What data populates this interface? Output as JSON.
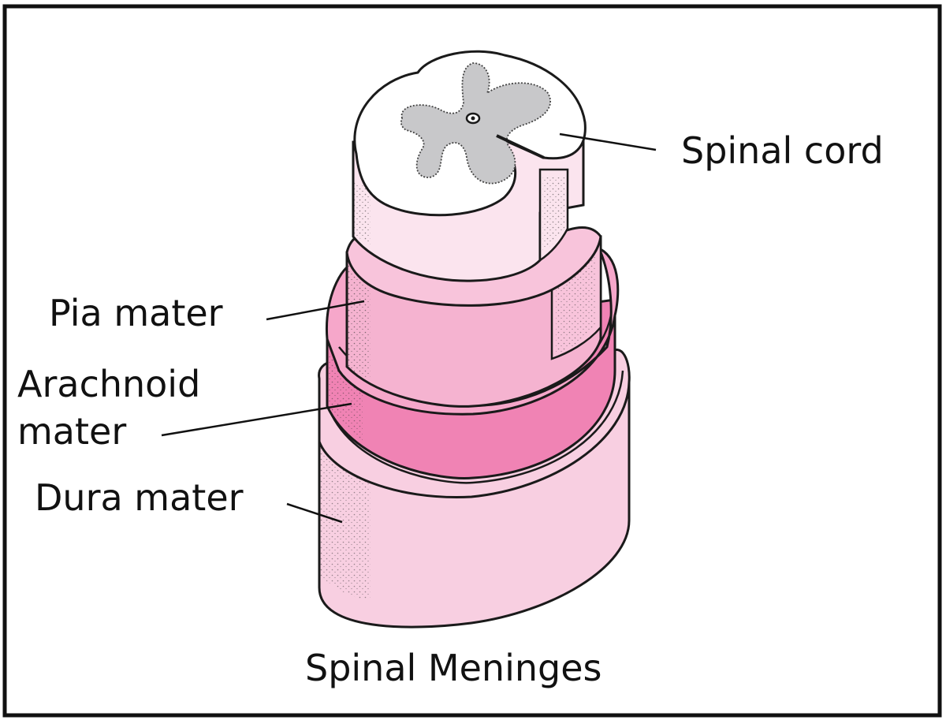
{
  "diagram": {
    "caption": "Spinal Meninges",
    "labels": {
      "spinal_cord": "Spinal cord",
      "pia_mater": "Pia mater",
      "arachnoid_line1": "Arachnoid",
      "arachnoid_line2": "mater",
      "dura_mater": "Dura mater"
    }
  },
  "colors": {
    "frame": "#111111",
    "outline": "#1a1a1a",
    "white_matter": "#ffffff",
    "gray_matter": "#c8c8ca",
    "cord_side": "#fbe4ee",
    "pia": "#f5b3d0",
    "arachnoid": "#f083b4",
    "dura": "#f8cfe1"
  }
}
